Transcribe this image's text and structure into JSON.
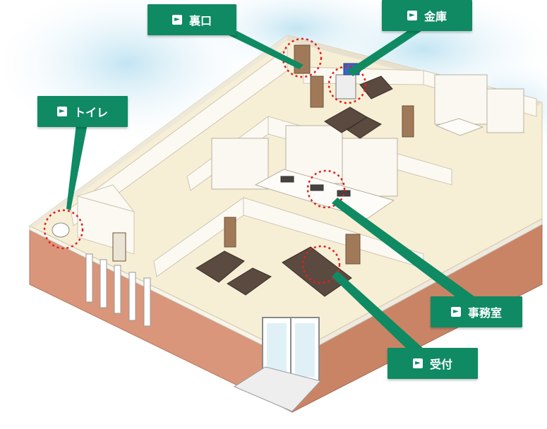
{
  "labels": {
    "back_door": "裏口",
    "safe": "金庫",
    "toilet": "トイレ",
    "office": "事務室",
    "reception": "受付"
  },
  "icons": {
    "label_arrow": "chevron-right-icon"
  },
  "colors": {
    "label_bg": "#0f8a62",
    "wall_exterior": "#d9967a",
    "floor": "#f6efd6",
    "wall_top": "#f7f4ec",
    "highlight_circle": "#e02020",
    "furniture": "#5a4a40"
  }
}
